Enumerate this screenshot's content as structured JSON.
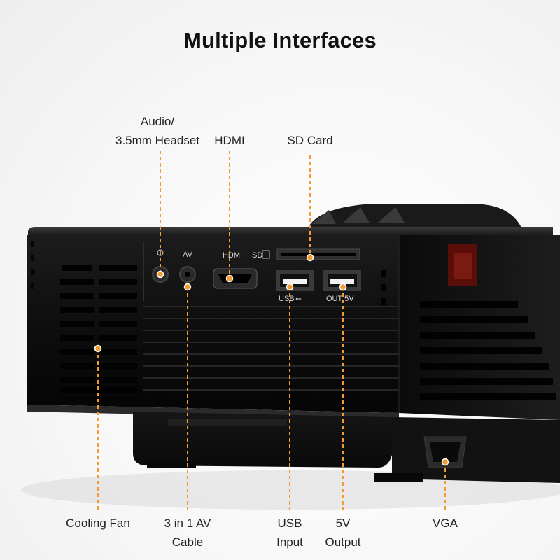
{
  "title": "Multiple Interfaces",
  "accent_color": "#f39c32",
  "callouts": {
    "audio": [
      "Audio/",
      "3.5mm Headset"
    ],
    "hdmi": "HDMI",
    "sd_card": "SD Card",
    "cooling_fan": "Cooling Fan",
    "av_cable": [
      "3 in 1 AV",
      "Cable"
    ],
    "usb_input": [
      "USB",
      "Input"
    ],
    "output_5v": [
      "5V",
      "Output"
    ],
    "vga": "VGA"
  },
  "panel_labels": {
    "av": "AV",
    "hdmi": "HDMI",
    "sd": "SD",
    "usb": "USB",
    "out": "OUT 5V"
  }
}
